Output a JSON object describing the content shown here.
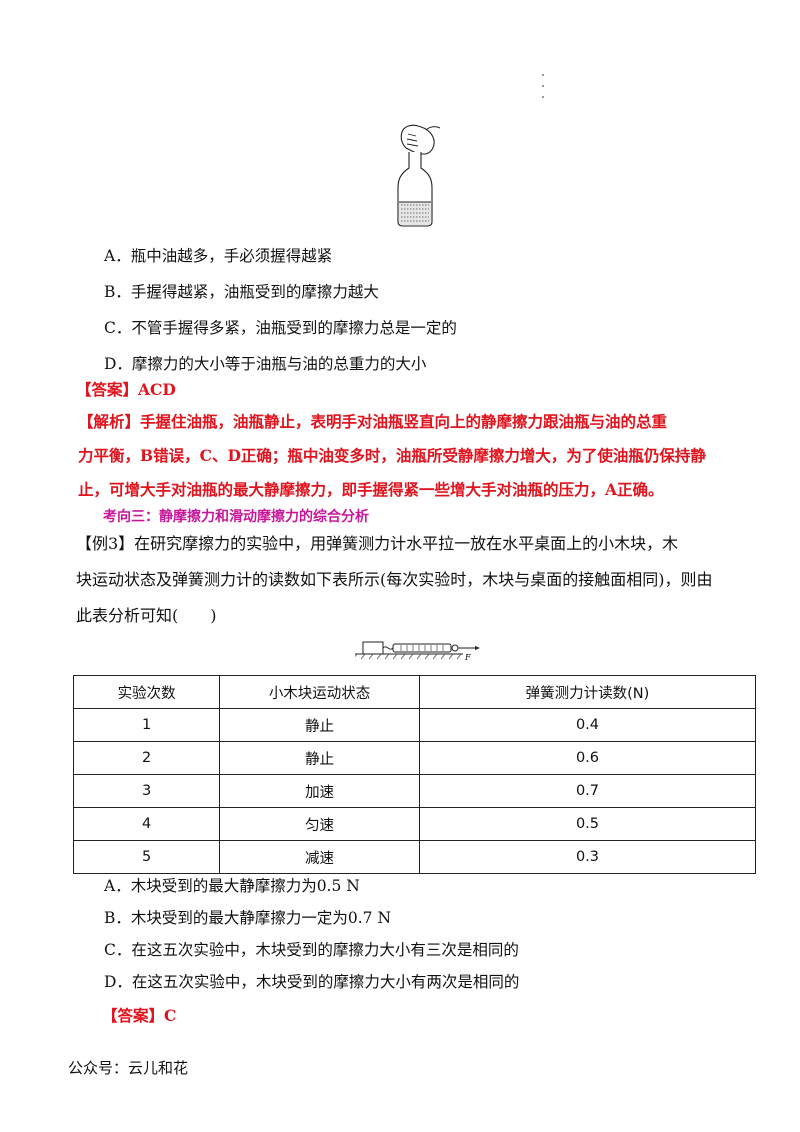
{
  "options_q1": [
    "A．瓶中油越多，手必须握得越紧",
    "B．手握得越紧，油瓶受到的摩擦力越大",
    "C．不管手握得多紧，油瓶受到的摩擦力总是一定的",
    "D．摩擦力的大小等于油瓶与油的总重力的大小"
  ],
  "answer1": "【答案】ACD",
  "analysis": [
    "【解析】手握住油瓶，油瓶静止，表明手对油瓶竖直向上的静摩擦力跟油瓶与油的总重",
    "力平衡，B错误，C、D正确；瓶中油变多时，油瓶所受静摩擦力增大，为了使油瓶仍保持静",
    "止，可增大手对油瓶的最大静摩擦力，即手握得紧一些增大手对油瓶的压力，A正确。"
  ],
  "section_title": "考向三：静摩擦力和滑动摩擦力的综合分析",
  "example": [
    "【例3】在研究摩擦力的实验中，用弹簧测力计水平拉一放在水平桌面上的小木块，木",
    "块运动状态及弹簧测力计的读数如下表所示(每次实验时，木块与桌面的接触面相同)，则由",
    "此表分析可知(　　)"
  ],
  "figure_label_f": "F",
  "table": {
    "headers": [
      "实验次数",
      "小木块运动状态",
      "弹簧测力计读数(N)"
    ],
    "rows": [
      [
        "1",
        "静止",
        "0.4"
      ],
      [
        "2",
        "静止",
        "0.6"
      ],
      [
        "3",
        "加速",
        "0.7"
      ],
      [
        "4",
        "匀速",
        "0.5"
      ],
      [
        "5",
        "减速",
        "0.3"
      ]
    ]
  },
  "options_q2": [
    "A．木块受到的最大静摩擦力为0.5 N",
    "B．木块受到的最大静摩擦力一定为0.7 N",
    "C．在这五次实验中，木块受到的摩擦力大小有三次是相同的",
    "D．在这五次实验中，木块受到的摩擦力大小有两次是相同的"
  ],
  "answer2": "【答案】C",
  "footer": "公众号：云儿和花"
}
